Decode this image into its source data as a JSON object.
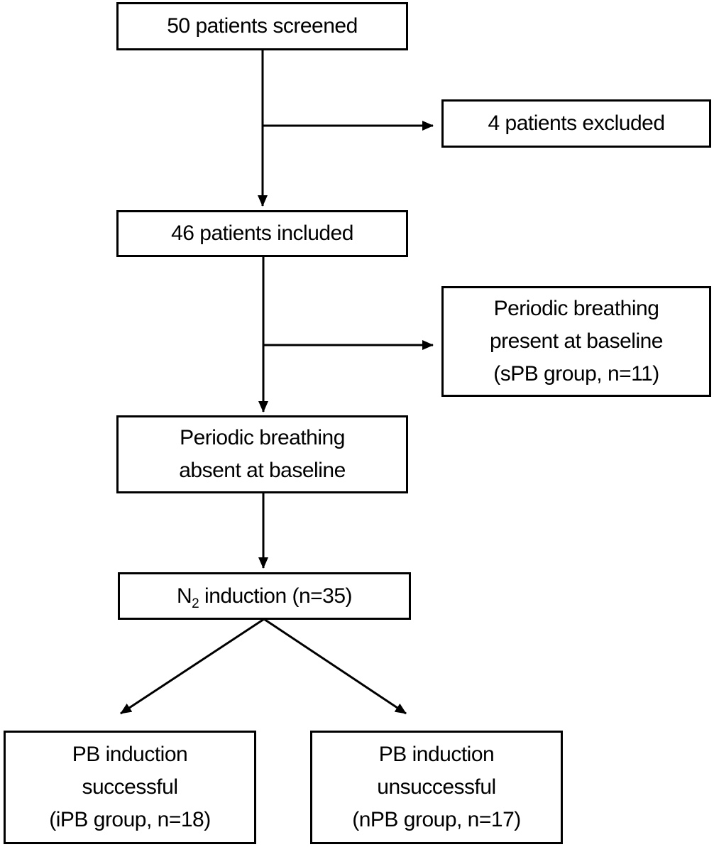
{
  "nodes": {
    "screened": {
      "lines": [
        "50 patients screened"
      ]
    },
    "excluded": {
      "lines": [
        "4 patients excluded"
      ]
    },
    "included": {
      "lines": [
        "46 patients included"
      ]
    },
    "spb": {
      "lines": [
        "Periodic breathing",
        "present at baseline",
        "(sPB group, n=11)"
      ]
    },
    "absent": {
      "lines": [
        "Periodic breathing",
        "absent at baseline"
      ]
    },
    "n2": {
      "prefix": "N",
      "subscript": "2",
      "suffix": " induction (n=35)"
    },
    "ipb": {
      "lines": [
        "PB induction",
        "successful",
        "(iPB group, n=18)"
      ]
    },
    "npb": {
      "lines": [
        "PB induction",
        "unsuccessful",
        "(nPB group, n=17)"
      ]
    }
  },
  "edges": [
    {
      "from": "screened",
      "to": "included"
    },
    {
      "from": "screened",
      "to": "excluded"
    },
    {
      "from": "included",
      "to": "absent"
    },
    {
      "from": "included",
      "to": "spb"
    },
    {
      "from": "absent",
      "to": "n2"
    },
    {
      "from": "n2",
      "to": "ipb"
    },
    {
      "from": "n2",
      "to": "npb"
    }
  ],
  "colors": {
    "stroke": "#000000",
    "background": "#ffffff"
  }
}
